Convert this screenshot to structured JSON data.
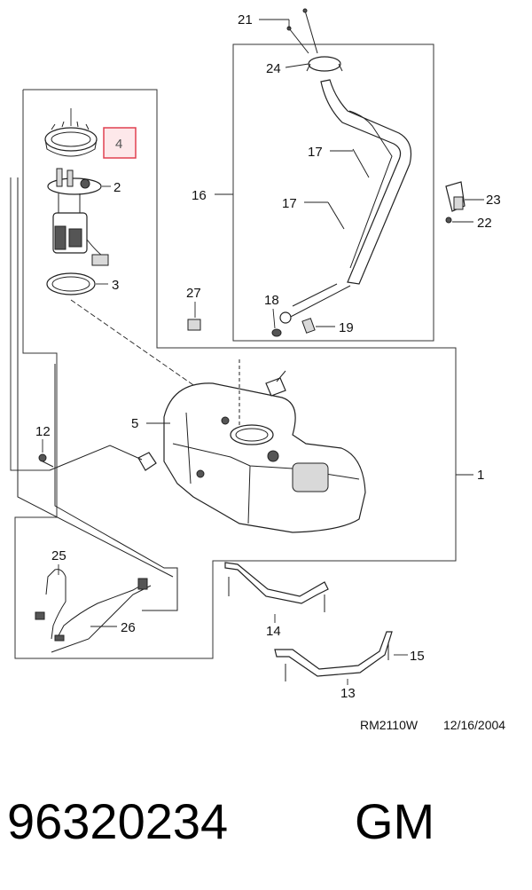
{
  "callouts": {
    "c1": "1",
    "c2": "2",
    "c3": "3",
    "c4": "4",
    "c5": "5",
    "c12": "12",
    "c13": "13",
    "c14": "14",
    "c15": "15",
    "c16": "16",
    "c17a": "17",
    "c17b": "17",
    "c18": "18",
    "c19": "19",
    "c21": "21",
    "c22": "22",
    "c23": "23",
    "c24": "24",
    "c25": "25",
    "c26": "26",
    "c27": "27"
  },
  "highlight": {
    "part": "4",
    "color": "#e04050",
    "fill": "#fde8ea"
  },
  "drawing_ref": "RM2110W",
  "drawing_date": "12/16/2004",
  "part_number": "96320234",
  "brand": "GM"
}
